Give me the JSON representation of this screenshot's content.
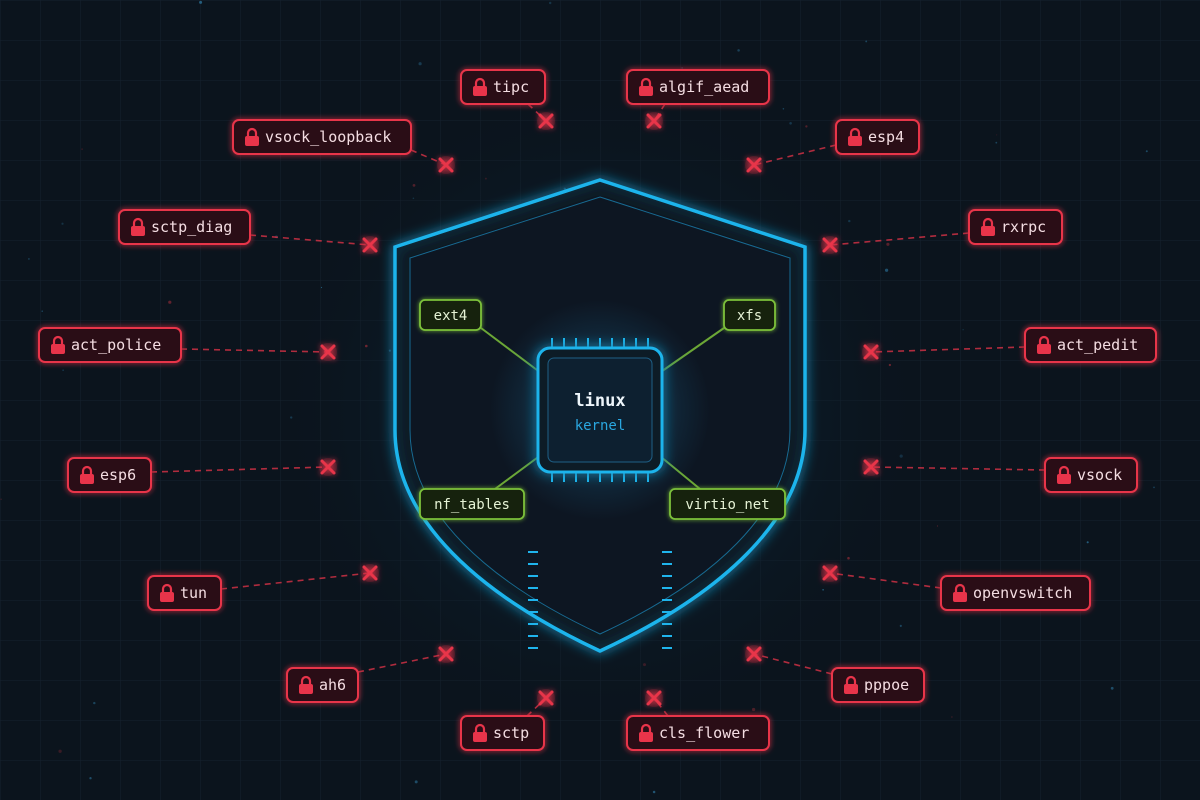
{
  "kernel": {
    "title": "linux",
    "subtitle": "kernel"
  },
  "allowed_modules": [
    {
      "label": "ext4"
    },
    {
      "label": "xfs"
    },
    {
      "label": "nf_tables"
    },
    {
      "label": "virtio_net"
    }
  ],
  "blocked_modules": [
    {
      "label": "tipc"
    },
    {
      "label": "algif_aead"
    },
    {
      "label": "vsock_loopback"
    },
    {
      "label": "esp4"
    },
    {
      "label": "sctp_diag"
    },
    {
      "label": "rxrpc"
    },
    {
      "label": "act_police"
    },
    {
      "label": "act_pedit"
    },
    {
      "label": "esp6"
    },
    {
      "label": "vsock"
    },
    {
      "label": "tun"
    },
    {
      "label": "openvswitch"
    },
    {
      "label": "ah6"
    },
    {
      "label": "pppoe"
    },
    {
      "label": "sctp"
    },
    {
      "label": "cls_flower"
    }
  ],
  "icons": {
    "blocked": "lock-icon",
    "denied": "x-mark-icon",
    "core": "cpu-chip-icon",
    "guard": "shield-icon"
  },
  "colors": {
    "background": "#0b141d",
    "shield": "#1fb4ec",
    "blocked": "#e8344a",
    "allowed": "#7cc13a",
    "kernel_text": "#2aa7e0"
  }
}
